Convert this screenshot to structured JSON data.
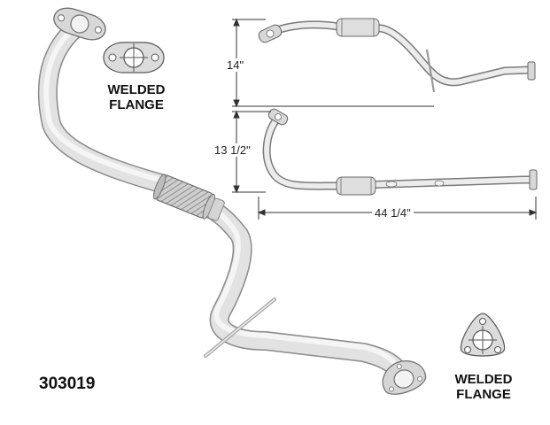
{
  "part_number": "303019",
  "dimensions": {
    "height_top": "14\"",
    "height_side": "13 1/2\"",
    "length": "44 1/4\""
  },
  "flange_top": {
    "line1": "WELDED",
    "line2": "FLANGE",
    "shape": "two-bolt"
  },
  "flange_bottom": {
    "line1": "WELDED",
    "line2": "FLANGE",
    "shape": "three-bolt"
  },
  "colors": {
    "pipe_fill": "#dcdcdc",
    "pipe_edge": "#8a8a8a",
    "line": "#333333",
    "text": "#111111"
  }
}
